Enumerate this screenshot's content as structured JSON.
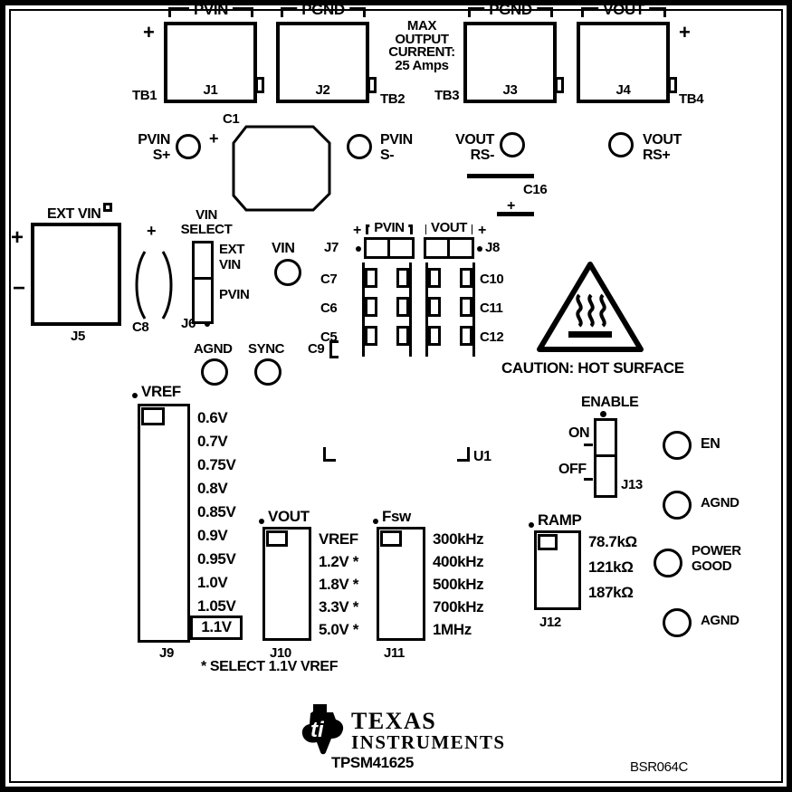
{
  "colors": {
    "ink": "#000000",
    "paper": "#ffffff"
  },
  "power_note": {
    "lines": [
      "MAX",
      "OUTPUT",
      "CURRENT:",
      "25 Amps"
    ]
  },
  "terminals": [
    {
      "label": "PVIN",
      "tb": "TB1",
      "j": "J1",
      "sign": "+"
    },
    {
      "label": "PGND",
      "tb": "TB2",
      "j": "J2"
    },
    {
      "label": "PGND",
      "tb": "TB3",
      "j": "J3"
    },
    {
      "label": "VOUT",
      "tb": "TB4",
      "j": "J4",
      "sign": "+"
    }
  ],
  "testpoints": {
    "pvin_s_plus": {
      "line1": "PVIN",
      "line2": "S+"
    },
    "pvin_s_minus": {
      "line1": "PVIN",
      "line2": "S-"
    },
    "vout_rs_minus": {
      "line1": "VOUT",
      "line2": "RS-"
    },
    "vout_rs_plus": {
      "line1": "VOUT",
      "line2": "RS+"
    },
    "vin": "VIN",
    "agnd_top": "AGND",
    "sync": "SYNC",
    "en": "EN",
    "agnd_mid": "AGND",
    "power_good": {
      "line1": "POWER",
      "line2": "GOOD"
    },
    "agnd_bot": "AGND"
  },
  "capacitors": {
    "c1": {
      "label": "C1",
      "sign": "+"
    },
    "c8": {
      "label": "C8",
      "sign": "+"
    },
    "c16": {
      "label": "C16",
      "sign": "+"
    },
    "c5": {
      "label": "C5"
    },
    "c6": {
      "label": "C6"
    },
    "c7": {
      "label": "C7"
    },
    "c9": {
      "label": "C9"
    },
    "c10": {
      "label": "C10"
    },
    "c11": {
      "label": "C11"
    },
    "c12": {
      "label": "C12"
    }
  },
  "ext_vin": {
    "label": "EXT VIN",
    "j": "J5",
    "plus": "+",
    "minus": "−"
  },
  "vin_select": {
    "title1": "VIN",
    "title2": "SELECT",
    "j": "J6",
    "opt1a": "EXT",
    "opt1b": "VIN",
    "opt2": "PVIN"
  },
  "pvin_sense": {
    "label": "PVIN",
    "j": "J7",
    "sign": "+"
  },
  "vout_sense": {
    "label": "VOUT",
    "j": "J8",
    "sign": "+"
  },
  "u1": "U1",
  "caution": "CAUTION: HOT SURFACE",
  "vref": {
    "label": "VREF",
    "j": "J9",
    "options": [
      "0.6V",
      "0.7V",
      "0.75V",
      "0.8V",
      "0.85V",
      "0.9V",
      "0.95V",
      "1.0V",
      "1.05V",
      "1.1V"
    ]
  },
  "vout_set": {
    "label": "VOUT",
    "j": "J10",
    "options": [
      "VREF",
      "1.2V *",
      "1.8V *",
      "3.3V *",
      "5.0V *"
    ]
  },
  "fsw": {
    "label": "Fsw",
    "j": "J11",
    "options": [
      "300kHz",
      "400kHz",
      "500kHz",
      "700kHz",
      "1MHz"
    ]
  },
  "ramp": {
    "label": "RAMP",
    "j": "J12",
    "options": [
      "78.7kΩ",
      "121kΩ",
      "187kΩ"
    ]
  },
  "enable": {
    "label": "ENABLE",
    "j": "J13",
    "on": "ON",
    "off": "OFF"
  },
  "note": "* SELECT 1.1V VREF",
  "footer": {
    "logo_text": "ti",
    "brand1": "TEXAS",
    "brand2": "INSTRUMENTS",
    "part": "TPSM41625",
    "rev": "BSR064C"
  }
}
